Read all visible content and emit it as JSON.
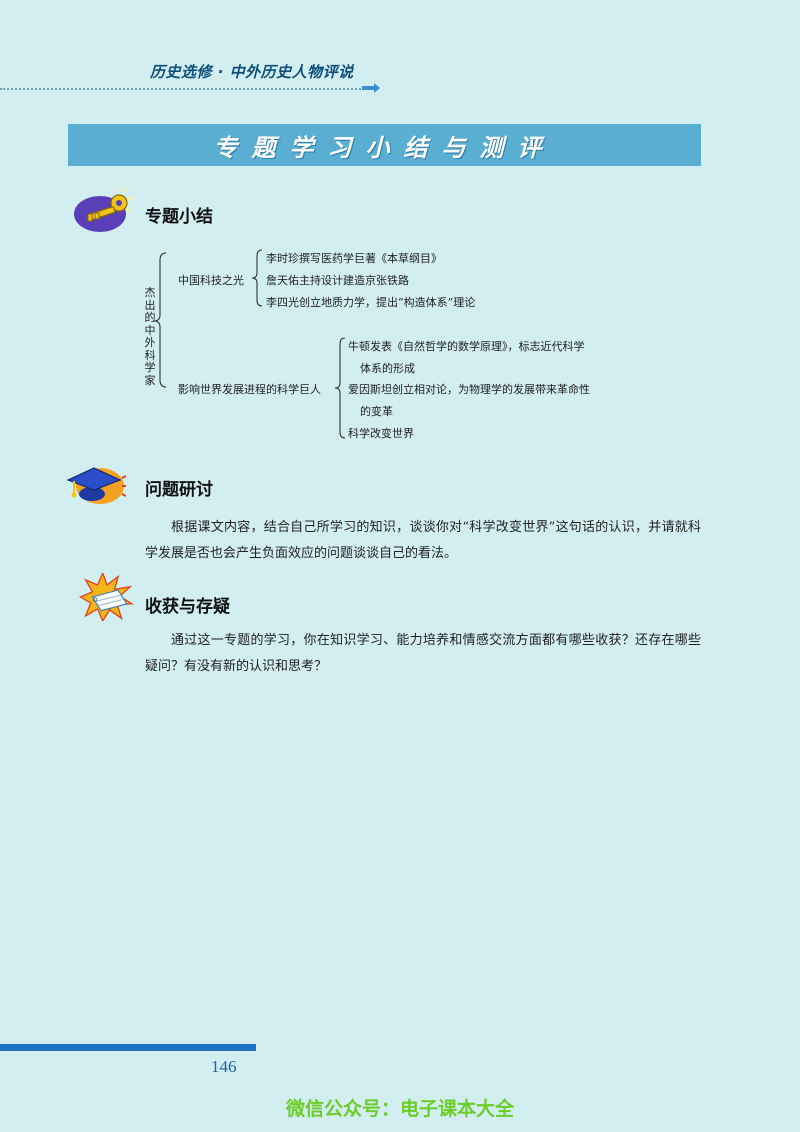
{
  "header": {
    "book_title": "历史选修 · 中外历史人物评说"
  },
  "banner": {
    "title": "专题学习小结与测评"
  },
  "summary": {
    "heading": "专题小结",
    "icon": "key-icon",
    "root_label": "杰出的中外科学家",
    "branch1": {
      "label": "中国科技之光",
      "items": [
        "李时珍撰写医药学巨著《本草纲目》",
        "詹天佑主持设计建造京张铁路",
        "李四光创立地质力学，提出“构造体系”理论"
      ]
    },
    "branch2": {
      "label": "影响世界发展进程的科学巨人",
      "items": [
        {
          "line1": "牛顿发表《自然哲学的数学原理》，标志近代科学",
          "line2": "体系的形成"
        },
        {
          "line1": "爱因斯坦创立相对论，为物理学的发展带来革命性",
          "line2": "的变革"
        },
        {
          "line1": "科学改变世界",
          "line2": ""
        }
      ]
    }
  },
  "discussion": {
    "heading": "问题研讨",
    "icon": "graduation-cap-icon",
    "text": "根据课文内容，结合自己所学习的知识，谈谈你对“科学改变世界”这句话的认识，并请就科学发展是否也会产生负面效应的问题谈谈自己的看法。"
  },
  "reflection": {
    "heading": "收获与存疑",
    "icon": "notebook-starburst-icon",
    "text": "通过这一专题的学习，你在知识学习、能力培养和情感交流方面都有哪些收获？还存在哪些疑问？有没有新的认识和思考？"
  },
  "footer": {
    "page_number": "146",
    "watermark": "微信公众号：电子课本大全"
  },
  "colors": {
    "background": "#d2eef0",
    "banner": "#5aaed2",
    "footer_bar": "#1e72c5",
    "watermark": "#6ccc28"
  }
}
